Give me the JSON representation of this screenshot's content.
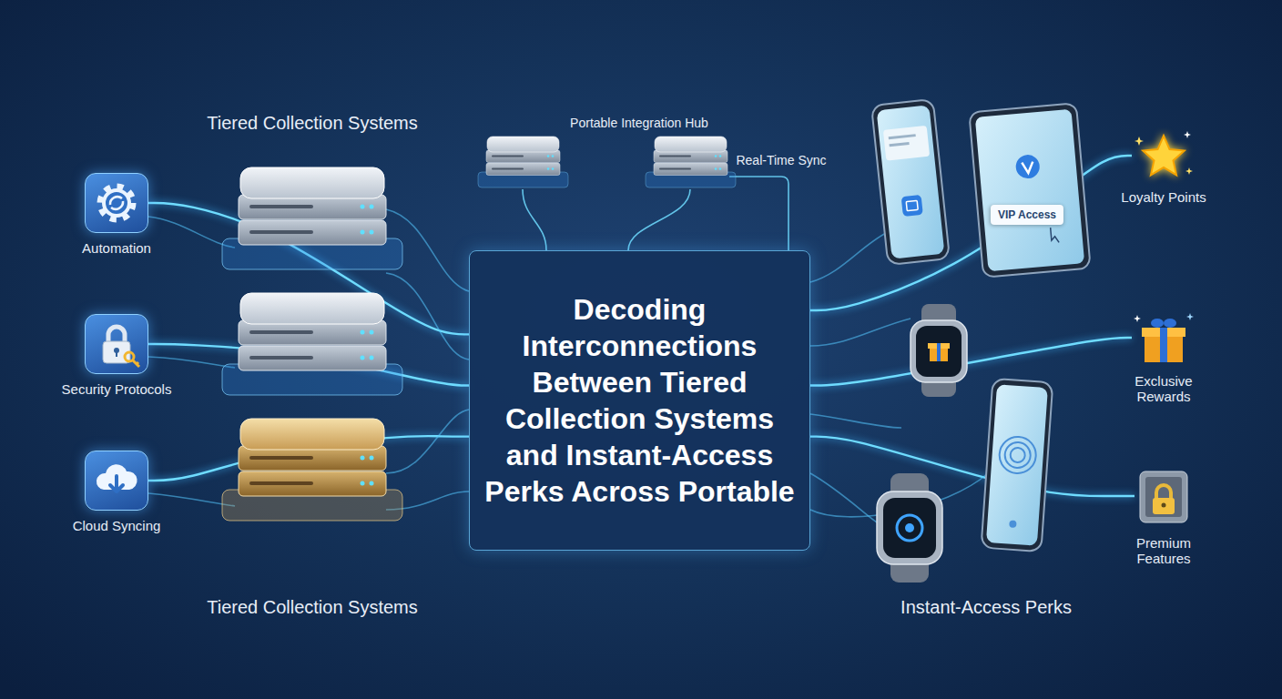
{
  "diagram": {
    "nodes": [
      {
        "text": [
          "Automation"
        ]
      },
      {
        "text": [
          "Security Protocols"
        ]
      },
      {
        "text": [
          "Cloud Syncing"
        ]
      },
      {
        "text": [
          "Decoding Interconnections Between Tiered Collection Systems and Instant-Access Perks Across Portable"
        ]
      },
      {
        "text": [
          "Loyalty Points"
        ]
      },
      {
        "text": [
          "Exclusive Rewards"
        ]
      },
      {
        "text": [
          "Premium Features"
        ]
      }
    ],
    "edges": [
      {
        "from": 0,
        "to": 3,
        "arrow": "none"
      },
      {
        "from": 1,
        "to": 3,
        "arrow": "none"
      },
      {
        "from": 2,
        "to": 3,
        "arrow": "none"
      },
      {
        "from": 3,
        "to": 4,
        "arrow": "none"
      },
      {
        "from": 3,
        "to": 5,
        "arrow": "none"
      },
      {
        "from": 3,
        "to": 6,
        "arrow": "none"
      }
    ],
    "labels": [
      "Tiered Collection Systems",
      "Portable Integration Hub",
      "Real-Time Sync",
      "VIP Access",
      "Tiered Collection Systems",
      "Instant-Access Perks"
    ]
  }
}
